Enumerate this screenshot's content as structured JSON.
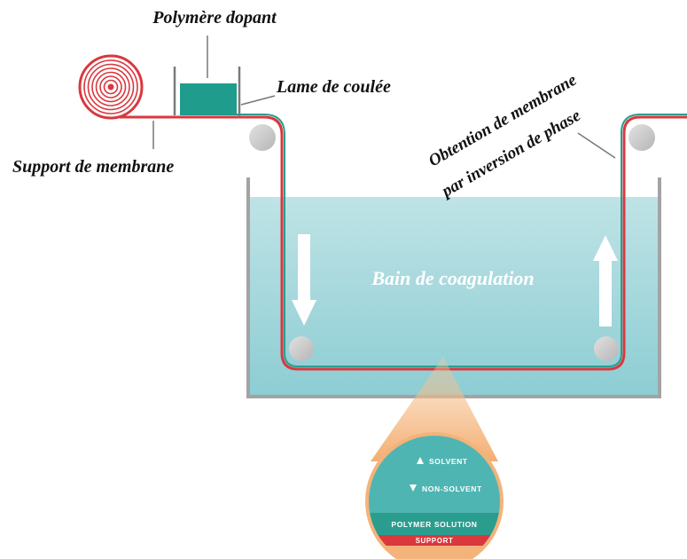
{
  "labels": {
    "polymer": "Polymère dopant",
    "blade": "Lame de coulée",
    "support": "Support de membrane",
    "obtention_line1": "Obtention de membrane",
    "obtention_line2": "par inversion de phase",
    "bath": "Bain de coagulation"
  },
  "zoom": {
    "solvent": "SOLVENT",
    "non_solvent": "NON-SOLVENT",
    "polymer_solution": "POLYMER SOLUTION",
    "support": "SUPPORT",
    "solvent_arrow_icon": "triangle-up-icon",
    "non_solvent_arrow_icon": "triangle-down-icon"
  },
  "colors": {
    "membrane": "#d9383e",
    "polymer": "#1f9c8c",
    "bath": "#a5d7dc",
    "bath_dark": "#7fc4cb",
    "roller": "#d0d0d0",
    "tank": "#a0a0a0",
    "zoom_orange": "#f3b37a",
    "zoom_teal": "#4fb5b2",
    "zoom_polymer": "#2a9d8f",
    "zoom_support": "#d9383e"
  }
}
